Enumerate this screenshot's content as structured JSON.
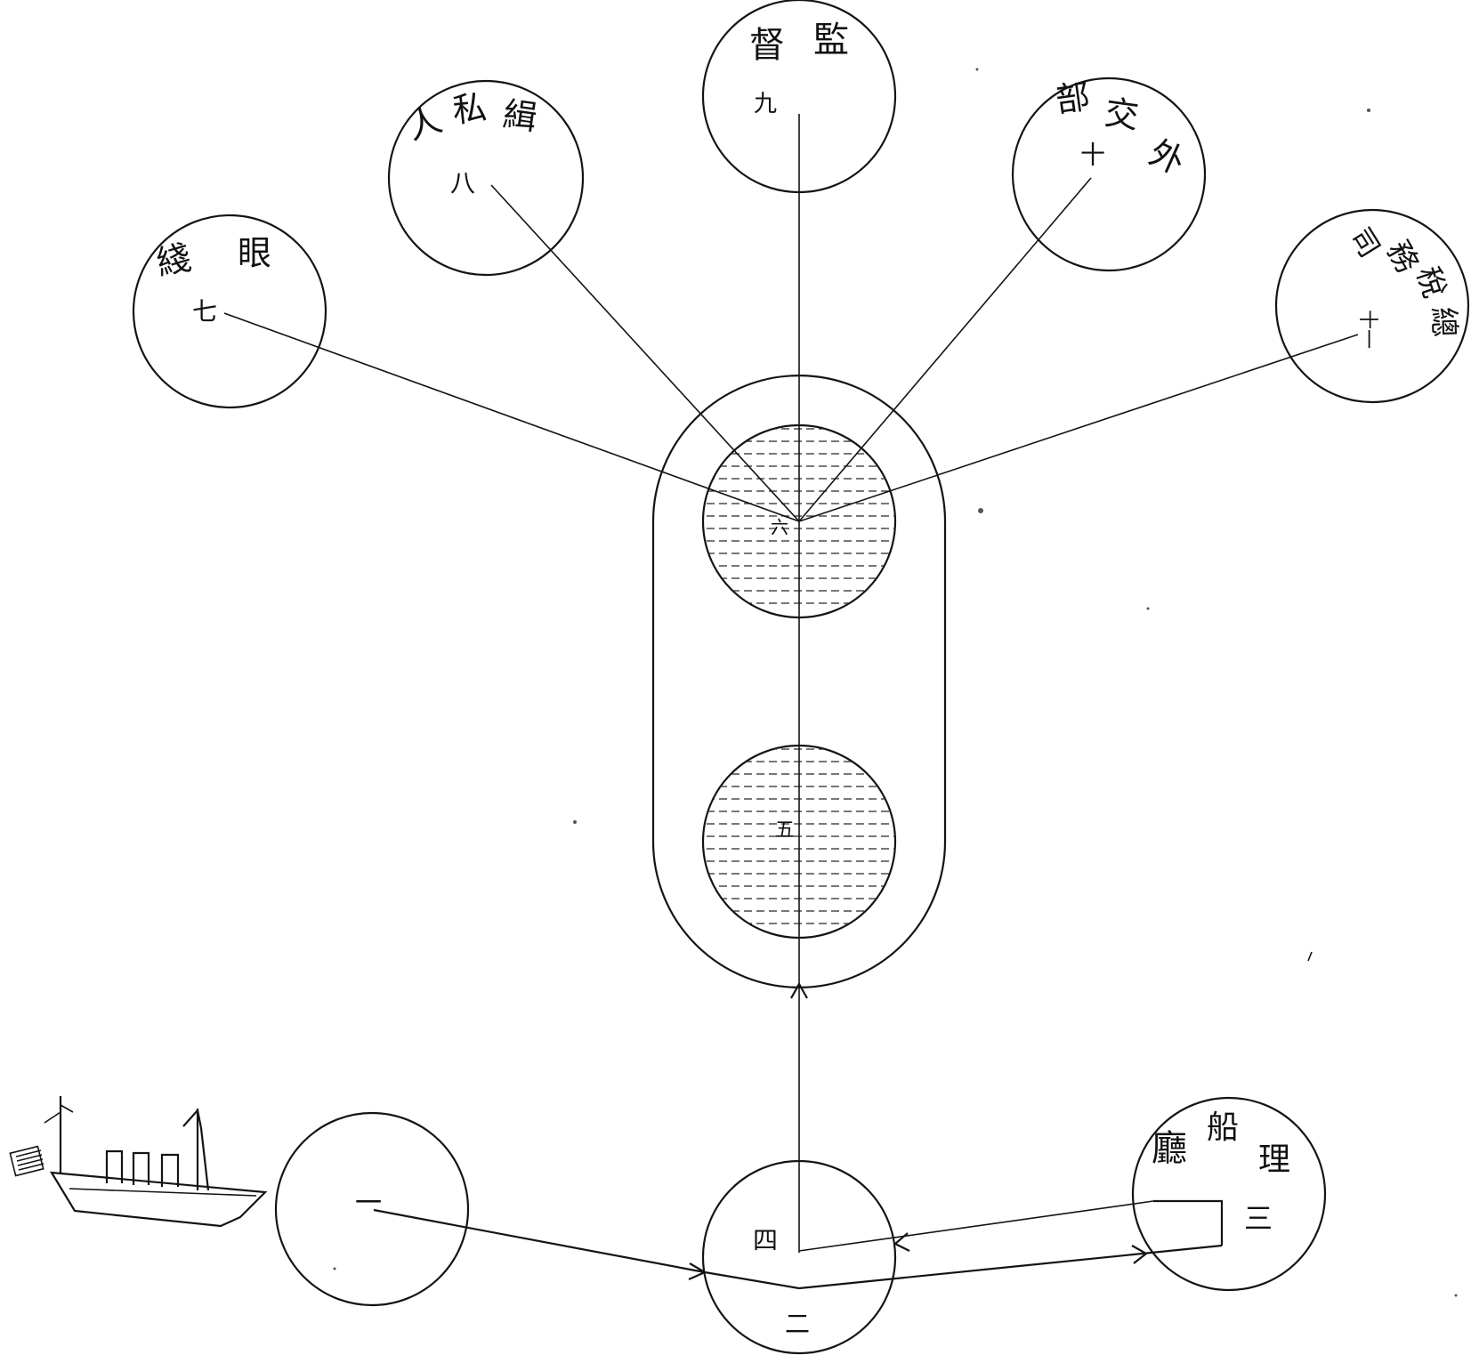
{
  "nodes": {
    "n1": {
      "number": "一"
    },
    "n2": {
      "number": "二"
    },
    "n3": {
      "number": "三",
      "label_a": "船",
      "label_b": "理",
      "label_c": "廳"
    },
    "n4": {
      "number": "四"
    },
    "n5": {
      "number": "五"
    },
    "n6": {
      "number": "六"
    },
    "n7": {
      "number": "七",
      "label_a": "眼",
      "label_b": "綫"
    },
    "n8": {
      "number": "八",
      "label_a": "緝",
      "label_b": "私",
      "label_c": "人"
    },
    "n9": {
      "number": "九",
      "label_a": "監",
      "label_b": "督"
    },
    "n10": {
      "number": "十",
      "label_a": "外",
      "label_b": "交",
      "label_c": "部"
    },
    "n11": {
      "number": "十一",
      "label_a": "總",
      "label_b": "稅",
      "label_c": "務",
      "label_d": "司"
    }
  }
}
